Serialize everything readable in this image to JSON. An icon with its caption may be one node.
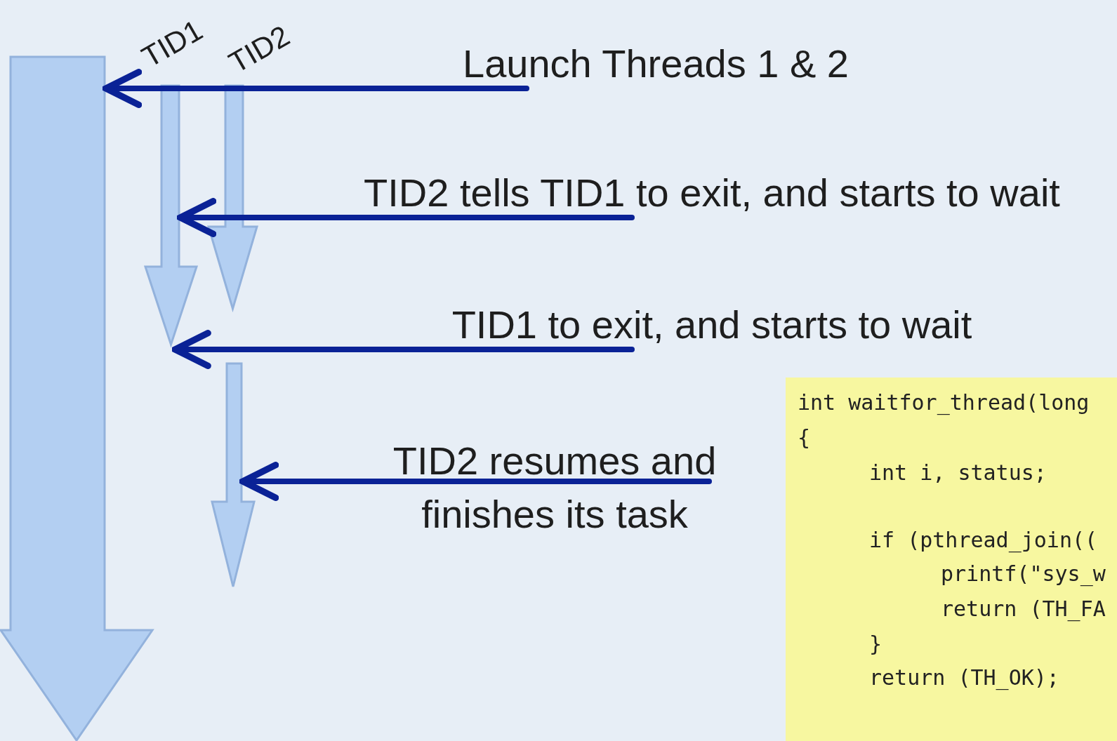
{
  "diagram": {
    "nodes": [
      {
        "text": [],
        "shape": "arrow"
      },
      {
        "text": [],
        "shape": "arrow"
      },
      {
        "text": [],
        "shape": "arrow"
      },
      {
        "text": [],
        "shape": "arrow"
      },
      {
        "text": [
          "Launch Threads 1 & 2"
        ]
      },
      {
        "text": [
          "TID2 tells TID1 to exit, and starts to wait"
        ]
      },
      {
        "text": [
          "TID1 to exit, and starts to wait"
        ]
      },
      {
        "text": [
          "TID2 resumes and finishes its task"
        ]
      },
      {
        "text": [
          "int waitfor_thread(long",
          "{",
          "int i, status;",
          "if (pthread_join((",
          "printf(\"sys_w",
          "return (TH_FA",
          "}",
          "return (TH_OK);"
        ]
      }
    ],
    "labels": [
      "TID1",
      "TID2"
    ],
    "edges": [
      {
        "from": 4,
        "to": 0,
        "arrow": "to"
      },
      {
        "from": 5,
        "to": 1,
        "arrow": "to"
      },
      {
        "from": 6,
        "to": 1,
        "arrow": "to"
      },
      {
        "from": 7,
        "to": 3,
        "arrow": "to"
      }
    ]
  }
}
